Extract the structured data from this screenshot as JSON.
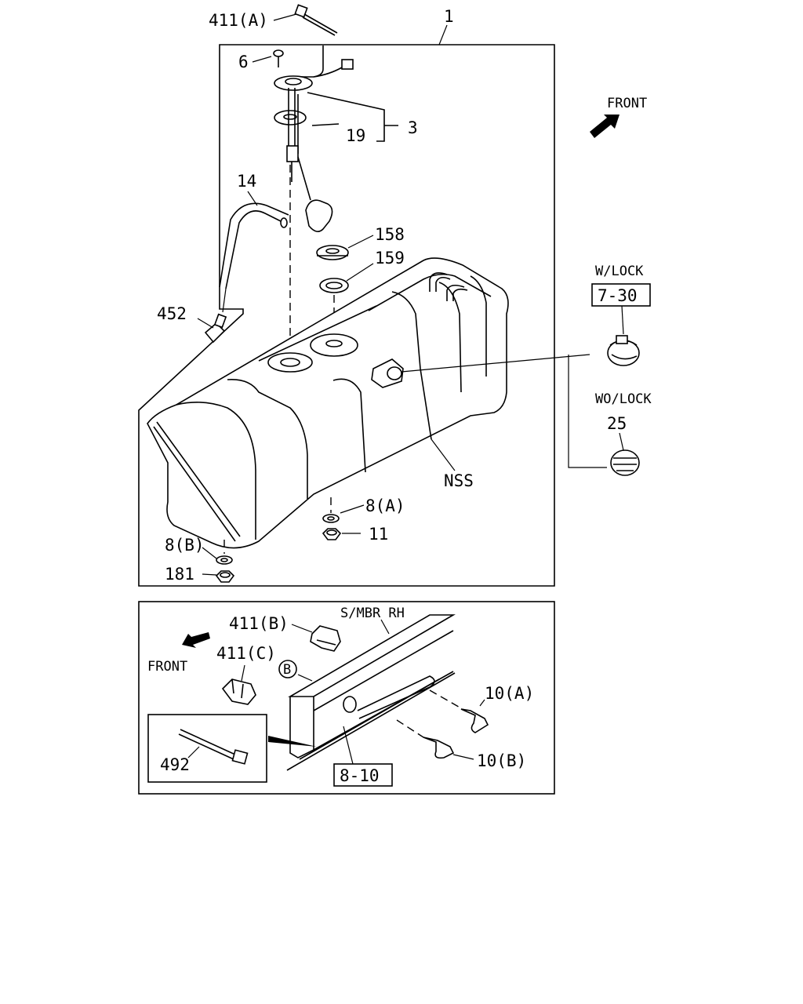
{
  "labels": {
    "callout_1": "1",
    "callout_411a": "411(A)",
    "callout_6": "6",
    "callout_3": "3",
    "callout_19": "19",
    "callout_14": "14",
    "callout_158": "158",
    "callout_159": "159",
    "callout_452": "452",
    "callout_nss": "NSS",
    "callout_8a": "8(A)",
    "callout_11": "11",
    "callout_8b": "8(B)",
    "callout_181": "181",
    "front_top": "FRONT",
    "w_lock": "W/LOCK",
    "ref_7_30": "7-30",
    "wo_lock": "WO/LOCK",
    "callout_25": "25",
    "s_mbr_rh": "S/MBR  RH",
    "callout_411b": "411(B)",
    "callout_411c": "411(C)",
    "front_bottom": "FRONT",
    "circle_b": "B",
    "callout_10a": "10(A)",
    "callout_10b": "10(B)",
    "callout_492": "492",
    "ref_8_10": "8-10"
  },
  "colors": {
    "line": "#000000",
    "background": "#ffffff"
  }
}
